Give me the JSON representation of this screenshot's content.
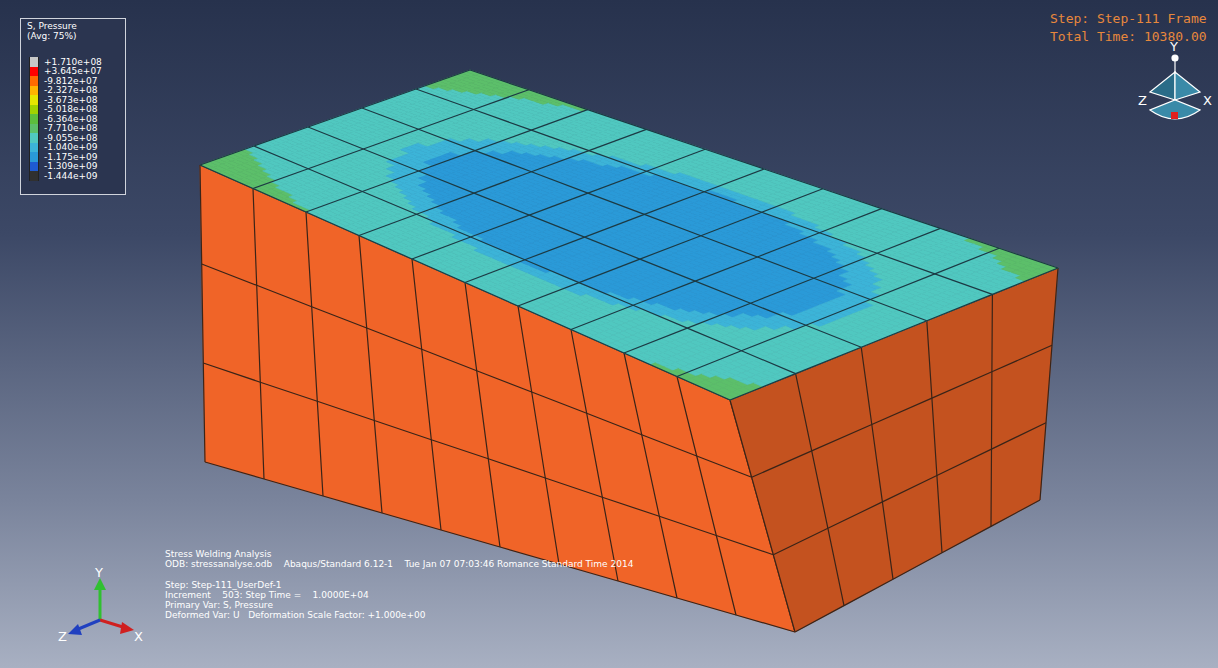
{
  "diagram": {
    "labels": [
      "S, Pressure",
      "(Avg: 75%)",
      "Step: Step-111 Frame",
      "Total Time: 10380.00",
      "Y",
      "Z",
      "X",
      "Stress Welding Analysis",
      "ODB: stressanalyse.odb    Abaqus/Standard 6.12-1    Tue Jan 07 07:03:46 Romance Standard Time 2014",
      "Step: Step-111_UserDef-1",
      "Increment    503: Step Time =    1.0000E+04",
      "Primary Var: S, Pressure",
      "Deformed Var: U   Deformation Scale Factor: +1.000e+00",
      "Y",
      "Z",
      "X"
    ],
    "legend": [
      {
        "text": "+1.710e+08",
        "color": "#c8c8c8"
      },
      {
        "text": "+3.645e+07",
        "color": "#ff0000"
      },
      {
        "text": "-9.812e+07",
        "color": "#ff6a00"
      },
      {
        "text": "-2.327e+08",
        "color": "#ffb400"
      },
      {
        "text": "-3.673e+08",
        "color": "#e6e600"
      },
      {
        "text": "-5.018e+08",
        "color": "#a0d200"
      },
      {
        "text": "-6.364e+08",
        "color": "#5cbe3c"
      },
      {
        "text": "-7.710e+08",
        "color": "#5cbf6a"
      },
      {
        "text": "-9.055e+08",
        "color": "#50c8c0"
      },
      {
        "text": "-1.040e+09",
        "color": "#3cb4d8"
      },
      {
        "text": "-1.175e+09",
        "color": "#2a9ad8"
      },
      {
        "text": "-1.309e+09",
        "color": "#1e5ad2"
      },
      {
        "text": "-1.444e+09",
        "color": "#303030"
      }
    ]
  }
}
